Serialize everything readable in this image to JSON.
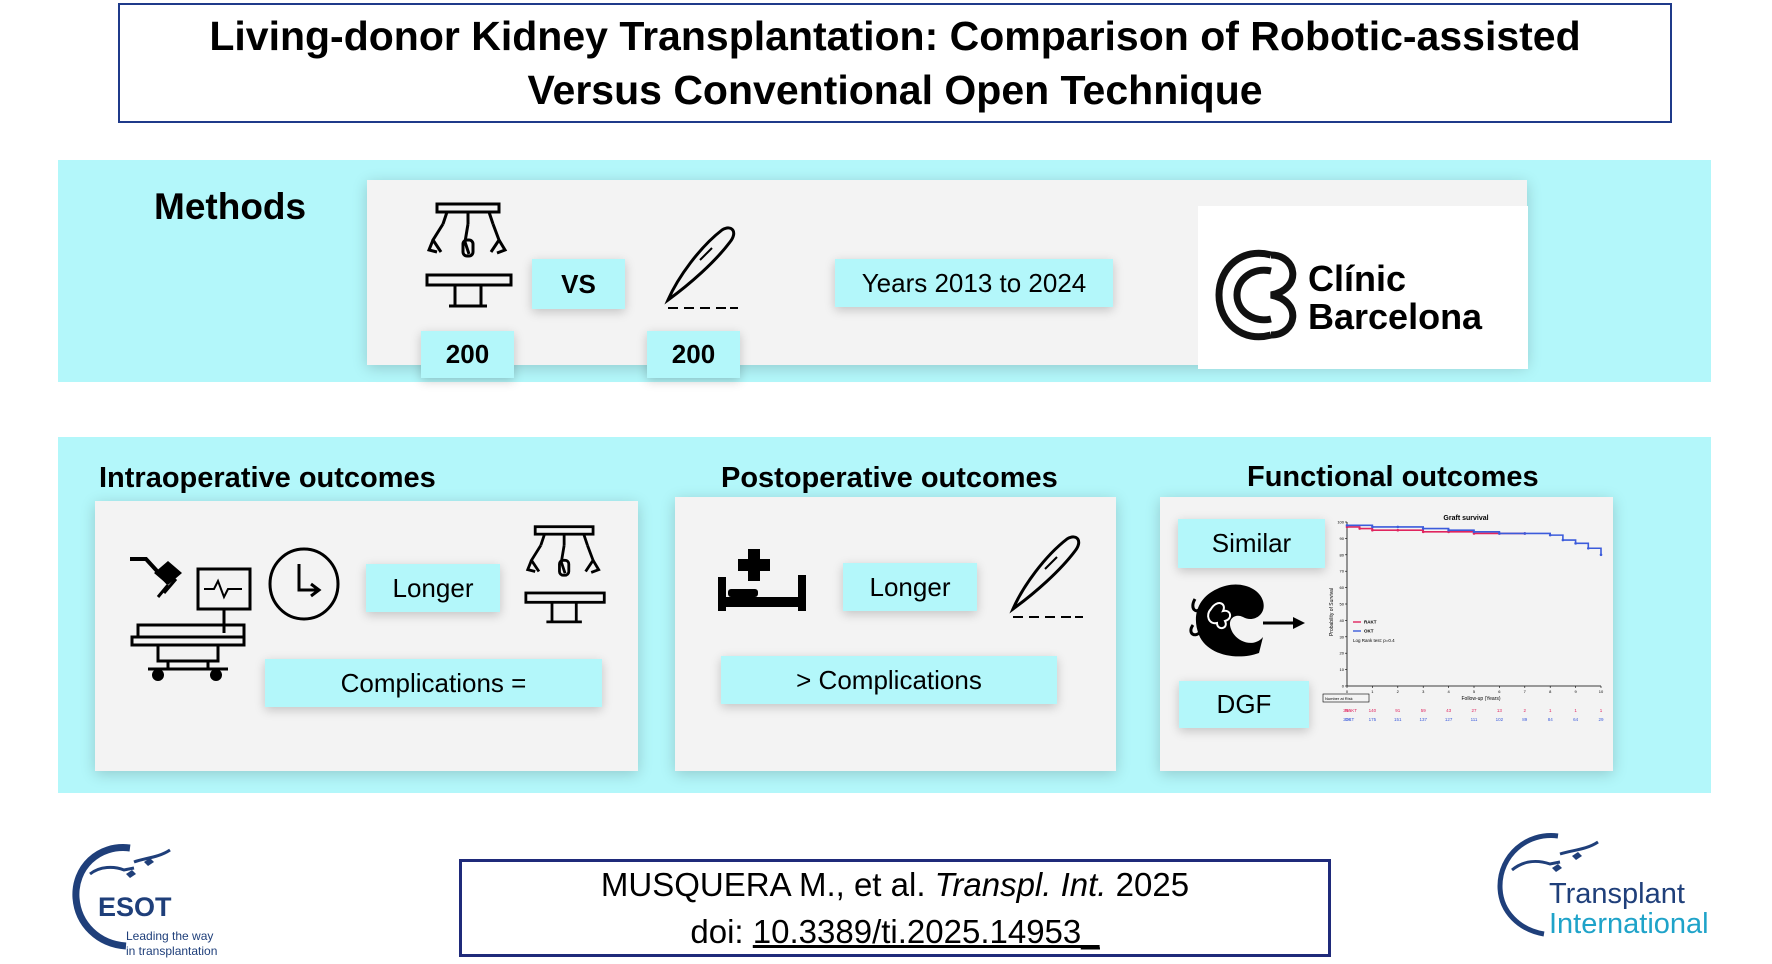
{
  "title": {
    "line1": "Living-donor Kidney Transplantation: Comparison of Robotic-assisted",
    "line2": "Versus Conventional Open Technique"
  },
  "methods": {
    "heading": "Methods",
    "vs_label": "VS",
    "robotic_count": "200",
    "open_count": "200",
    "years_label": "Years 2013 to 2024",
    "logo_line1": "Clínic",
    "logo_line2": "Barcelona"
  },
  "intraoperative": {
    "heading": "Intraoperative outcomes",
    "longer_label": "Longer",
    "complications_label": "Complications ="
  },
  "postoperative": {
    "heading": "Postoperative outcomes",
    "longer_label": "Longer",
    "complications_label": "> Complications"
  },
  "functional": {
    "heading": "Functional outcomes",
    "similar_label": "Similar",
    "dgf_label": "DGF",
    "chart": {
      "title": "Graft survival",
      "ylabel": "Probability of Survival",
      "xlabel": "Follow-up (Years)",
      "legend": [
        "RAKT",
        "OKT"
      ],
      "note": "Log Rank test: p=0.4",
      "risk_header": "Number at Risk",
      "risk_rows": [
        {
          "label": "RAKT",
          "values": [
            "200",
            "140",
            "91",
            "59",
            "43",
            "27",
            "13",
            "2",
            "1",
            "1",
            "1"
          ]
        },
        {
          "label": "OKT",
          "values": [
            "200",
            "175",
            "151",
            "137",
            "127",
            "111",
            "102",
            "89",
            "84",
            "64",
            "29"
          ]
        }
      ]
    }
  },
  "chart_data": {
    "type": "line",
    "title": "Graft survival",
    "xlabel": "Follow-up (Years)",
    "ylabel": "Probability of Survival",
    "xlim": [
      0,
      10
    ],
    "ylim": [
      0,
      100
    ],
    "yticks": [
      0,
      10,
      20,
      30,
      40,
      50,
      60,
      70,
      80,
      90,
      100
    ],
    "xticks": [
      0,
      1,
      2,
      3,
      4,
      5,
      6,
      7,
      8,
      9,
      10
    ],
    "series": [
      {
        "name": "RAKT",
        "color": "#e0245e",
        "x": [
          0,
          0.5,
          1,
          2,
          3,
          4,
          5,
          6,
          7
        ],
        "y": [
          97,
          96,
          95,
          95,
          94,
          94,
          93,
          93,
          93
        ]
      },
      {
        "name": "OKT",
        "color": "#3b5bdb",
        "x": [
          0,
          1,
          2,
          3,
          4,
          5,
          6,
          7,
          8,
          8.5,
          9,
          9.5,
          10
        ],
        "y": [
          98,
          97,
          97,
          96,
          95,
          94,
          93,
          93,
          92,
          89,
          87,
          84,
          80
        ]
      }
    ],
    "annotation": "Log Rank test: p=0.4"
  },
  "citation": {
    "authors": "MUSQUERA M., et al.",
    "journal": "Transpl. Int.",
    "year": "2025",
    "doi_prefix": "doi:",
    "doi": "10.3389/ti.2025.14953_"
  },
  "logos": {
    "esot_name": "ESOT",
    "esot_tagline1": "Leading the way",
    "esot_tagline2": "in transplantation",
    "ti_line1": "Transplant",
    "ti_line2": "International"
  },
  "colors": {
    "panel": "#b3f7fa",
    "card": "#f3f3f3",
    "navy": "#1f2a7a",
    "logo_blue": "#1f3f7a"
  }
}
